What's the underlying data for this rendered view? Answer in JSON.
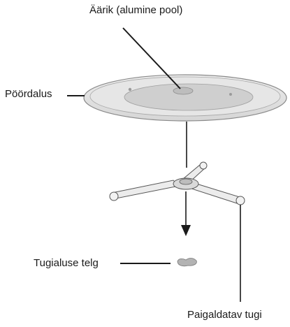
{
  "labels": {
    "rim": "Äärik (alumine pool)",
    "turntable": "Pöördalus",
    "shaft": "Tugialuse telg",
    "support": "Paigaldatav tugi"
  },
  "colors": {
    "ink": "#1a1a1a",
    "plate_outer": "#e3e3e3",
    "plate_ring": "#c2c2c2",
    "plate_inner": "#d8d8d8",
    "support_fill": "#e8e8e8",
    "shaft_fill": "#b0b0b0"
  }
}
